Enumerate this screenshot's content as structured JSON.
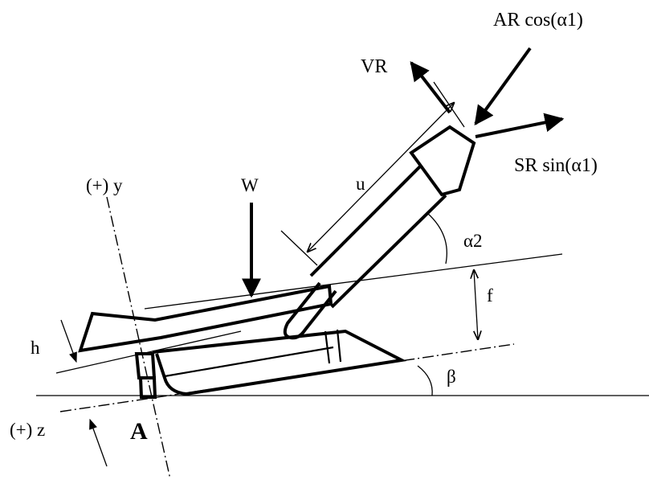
{
  "labels": {
    "ar_cos": "AR cos(α1)",
    "vr": "VR",
    "sr_sin": "SR sin(α1)",
    "u": "u",
    "w": "W",
    "y_axis": "(+) y",
    "z_axis": "(+) z",
    "alpha2": "α2",
    "f": "f",
    "h": "h",
    "beta": "β",
    "point_a": "A"
  }
}
